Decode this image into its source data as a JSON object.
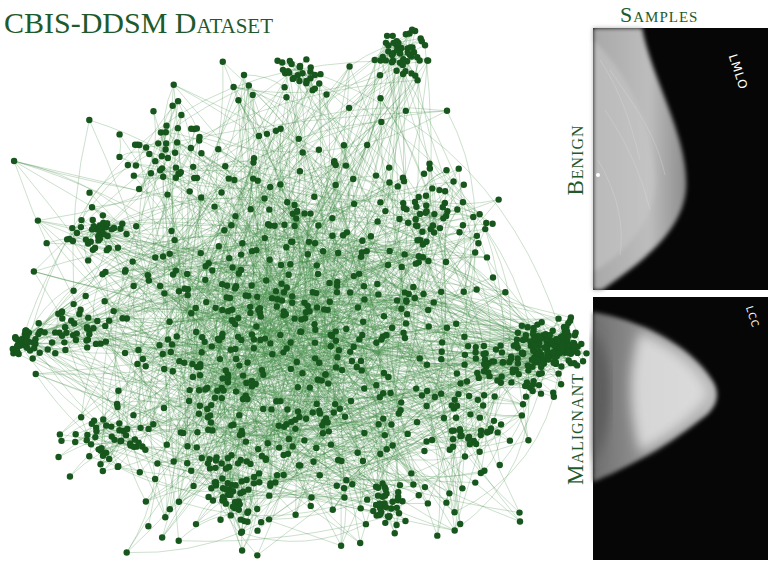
{
  "diagram": {
    "title": "CBIS-DDSM Dataset",
    "nodes": [
      {
        "text": [
          "Benign",
          "LMLO"
        ]
      },
      {
        "text": [
          "Malignant",
          "LCC"
        ]
      }
    ],
    "labels": [
      "Samples"
    ]
  }
}
